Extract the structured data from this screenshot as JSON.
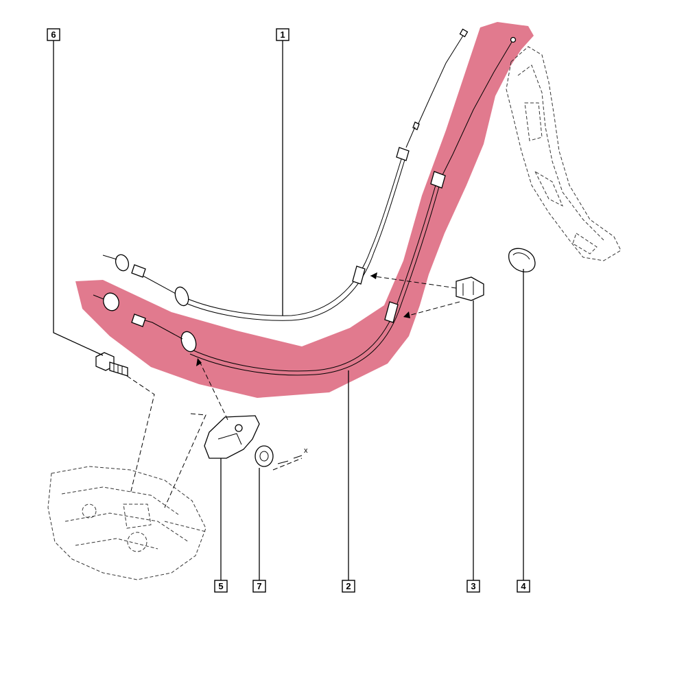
{
  "colors": {
    "highlight": "#d9556e",
    "line": "#000000",
    "background": "#ffffff"
  },
  "callouts": [
    {
      "id": "1",
      "label": "1"
    },
    {
      "id": "2",
      "label": "2"
    },
    {
      "id": "3",
      "label": "3"
    },
    {
      "id": "4",
      "label": "4"
    },
    {
      "id": "5",
      "label": "5"
    },
    {
      "id": "6",
      "label": "6"
    },
    {
      "id": "7",
      "label": "7"
    }
  ],
  "dimension": {
    "label": "x"
  }
}
